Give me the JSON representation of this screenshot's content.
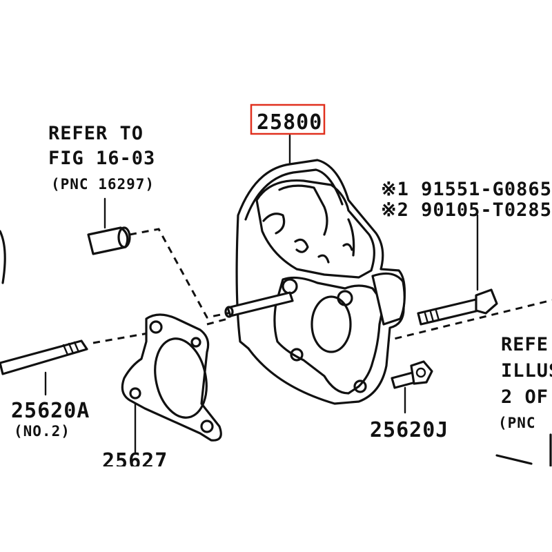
{
  "highlight_color": "#e0301e",
  "line_color": "#111111",
  "labels": {
    "main_part": "25800",
    "refer_line1": "REFER TO",
    "refer_line2": "FIG 16-03",
    "refer_line3": "(PNC 16297)",
    "bolt_line1": "※1 91551-G0865",
    "bolt_line2": "※2 90105-T0285",
    "stud_a": "25620A",
    "stud_a_sub": "(NO.2)",
    "gasket": "25627",
    "stud_j": "25620J",
    "right_line1": "REFE",
    "right_line2": "ILLUS",
    "right_line3": "2 OF",
    "right_line4": "(PNC"
  }
}
